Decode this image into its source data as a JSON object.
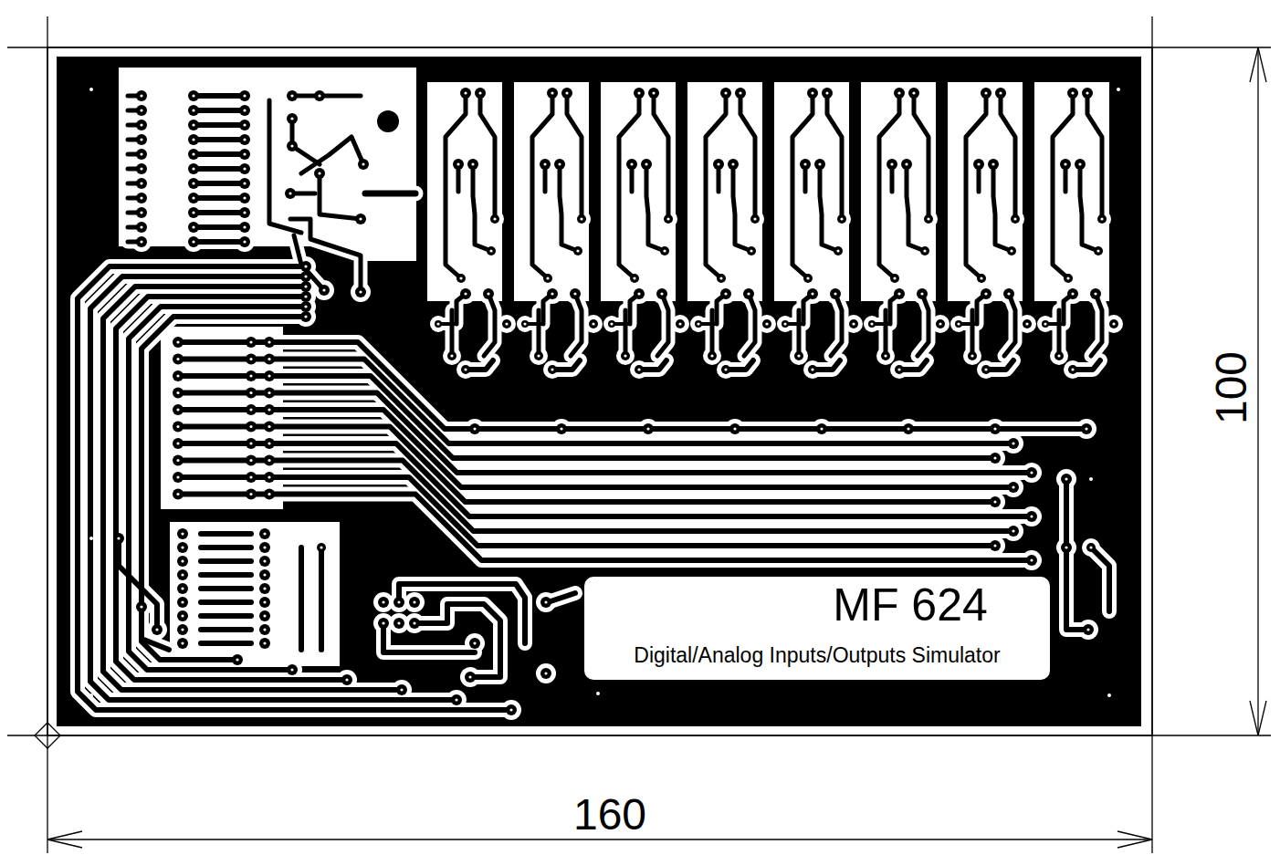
{
  "diagram": {
    "labels": [
      "160",
      "100",
      "MF 624",
      "Digital/Analog Inputs/Outputs Simulator"
    ]
  }
}
